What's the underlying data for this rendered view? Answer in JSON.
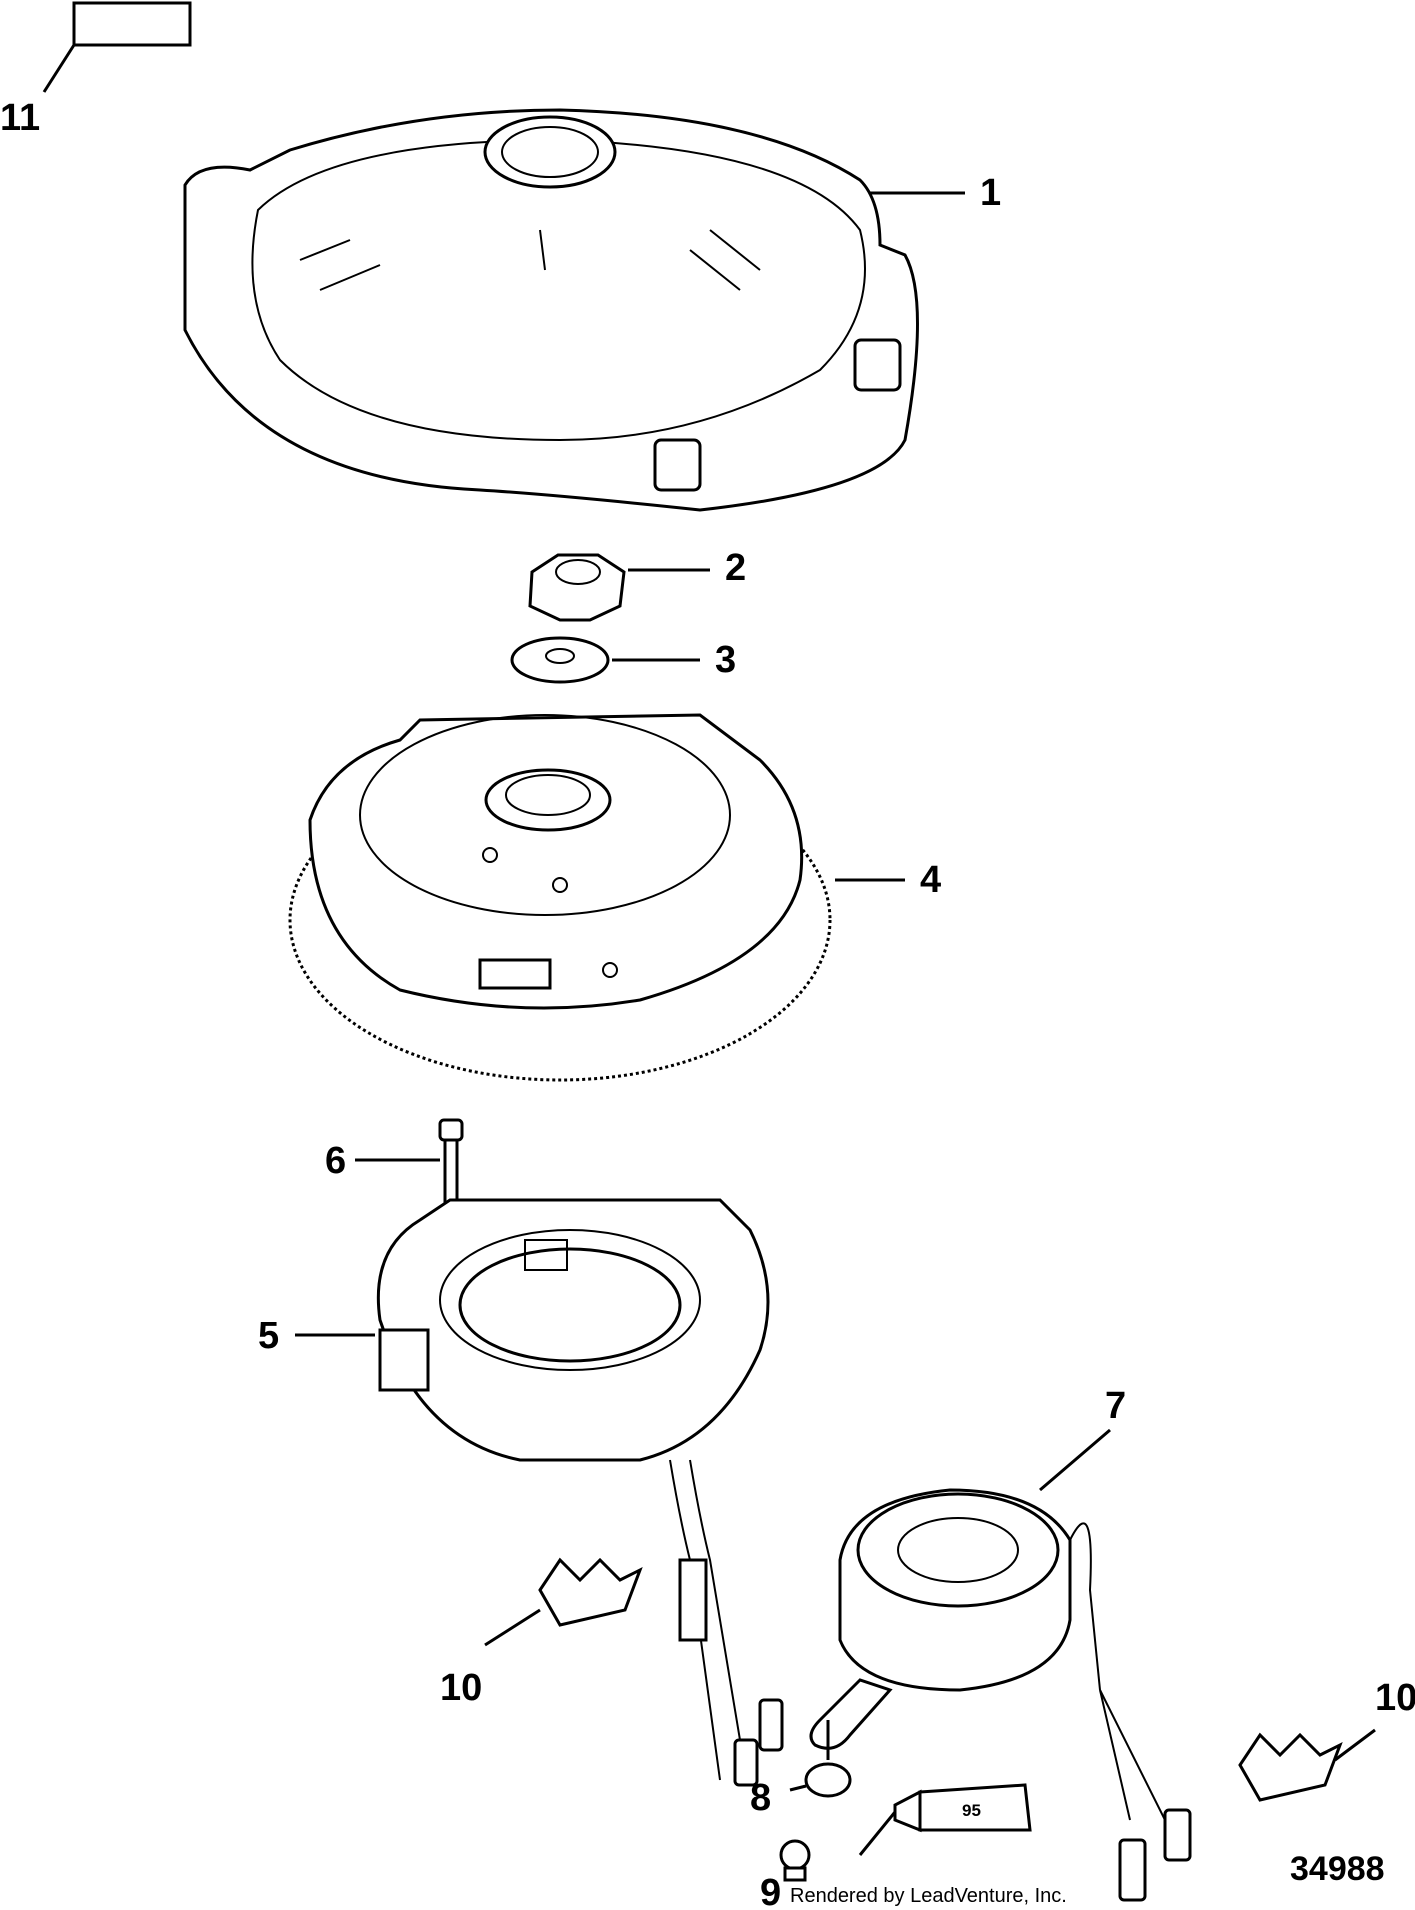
{
  "callouts": [
    {
      "id": "1",
      "label": "1"
    },
    {
      "id": "2",
      "label": "2"
    },
    {
      "id": "3",
      "label": "3"
    },
    {
      "id": "4",
      "label": "4"
    },
    {
      "id": "5",
      "label": "5"
    },
    {
      "id": "6",
      "label": "6"
    },
    {
      "id": "7",
      "label": "7"
    },
    {
      "id": "8",
      "label": "8"
    },
    {
      "id": "9",
      "label": "9"
    },
    {
      "id": "10a",
      "label": "10"
    },
    {
      "id": "10b",
      "label": "10"
    },
    {
      "id": "11",
      "label": "11"
    }
  ],
  "tube_label": "95",
  "credit": "Rendered by LeadVenture, Inc.",
  "figure_number": "34988"
}
